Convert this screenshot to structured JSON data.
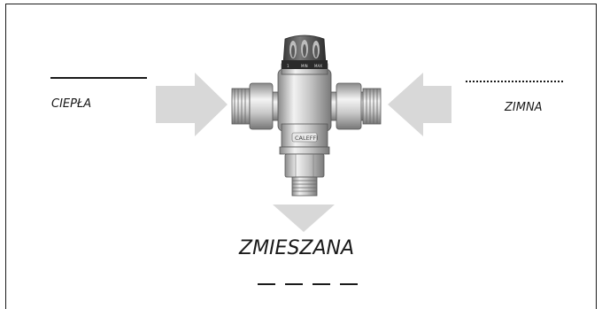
{
  "labels": {
    "hot": "CIEPŁA",
    "cold": "ZIMNA",
    "mixed": "ZMIESZANA"
  },
  "valve": {
    "brand": "CALEFFI",
    "scale": [
      "1",
      "MIN",
      "MAX"
    ]
  },
  "colors": {
    "arrow": "#d8d8d8",
    "line": "#1a1a1a"
  }
}
